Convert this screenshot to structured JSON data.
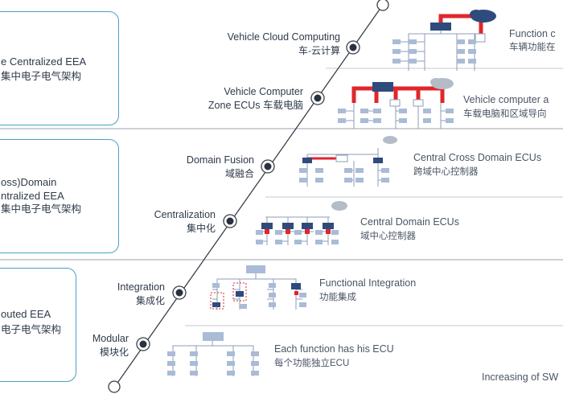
{
  "eras": [
    {
      "line1": "e Centralized EEA",
      "line2": "集中电子电气架构"
    },
    {
      "line1": "oss)Domain",
      "line2a": "ntralized EEA",
      "line2": "集中电子电气架构"
    },
    {
      "line1": "outed EEA",
      "line2": "电子电气架构"
    }
  ],
  "milestones": [
    {
      "en": "Vehicle Cloud Computing",
      "cn": "车-云计算",
      "desc_en": "Function c",
      "desc_cn": "车辆功能在"
    },
    {
      "en": "Vehicle Computer",
      "en2": "Zone ECUs 车载电脑",
      "desc_en": "Vehicle computer a",
      "desc_cn": "车载电脑和区域导向"
    },
    {
      "en": "Domain Fusion",
      "cn": "域融合",
      "desc_en": "Central Cross Domain ECUs",
      "desc_cn": "跨域中心控制器"
    },
    {
      "en": "Centralization",
      "cn": "集中化",
      "desc_en": "Central Domain ECUs",
      "desc_cn": "域中心控制器"
    },
    {
      "en": "Integration",
      "cn": "集成化",
      "desc_en": "Functional Integration",
      "desc_cn": "功能集成"
    },
    {
      "en": "Modular",
      "cn": "模块化",
      "desc_en": "Each function has his ECU",
      "desc_cn": "每个功能独立ECU"
    }
  ],
  "footer": "Increasing of SW",
  "colors": {
    "accent": "#4a9fc9",
    "ecu": "#a9bbd6",
    "red": "#e0262b",
    "dark": "#2f4b7c",
    "cloud": "#b4bcc8"
  }
}
